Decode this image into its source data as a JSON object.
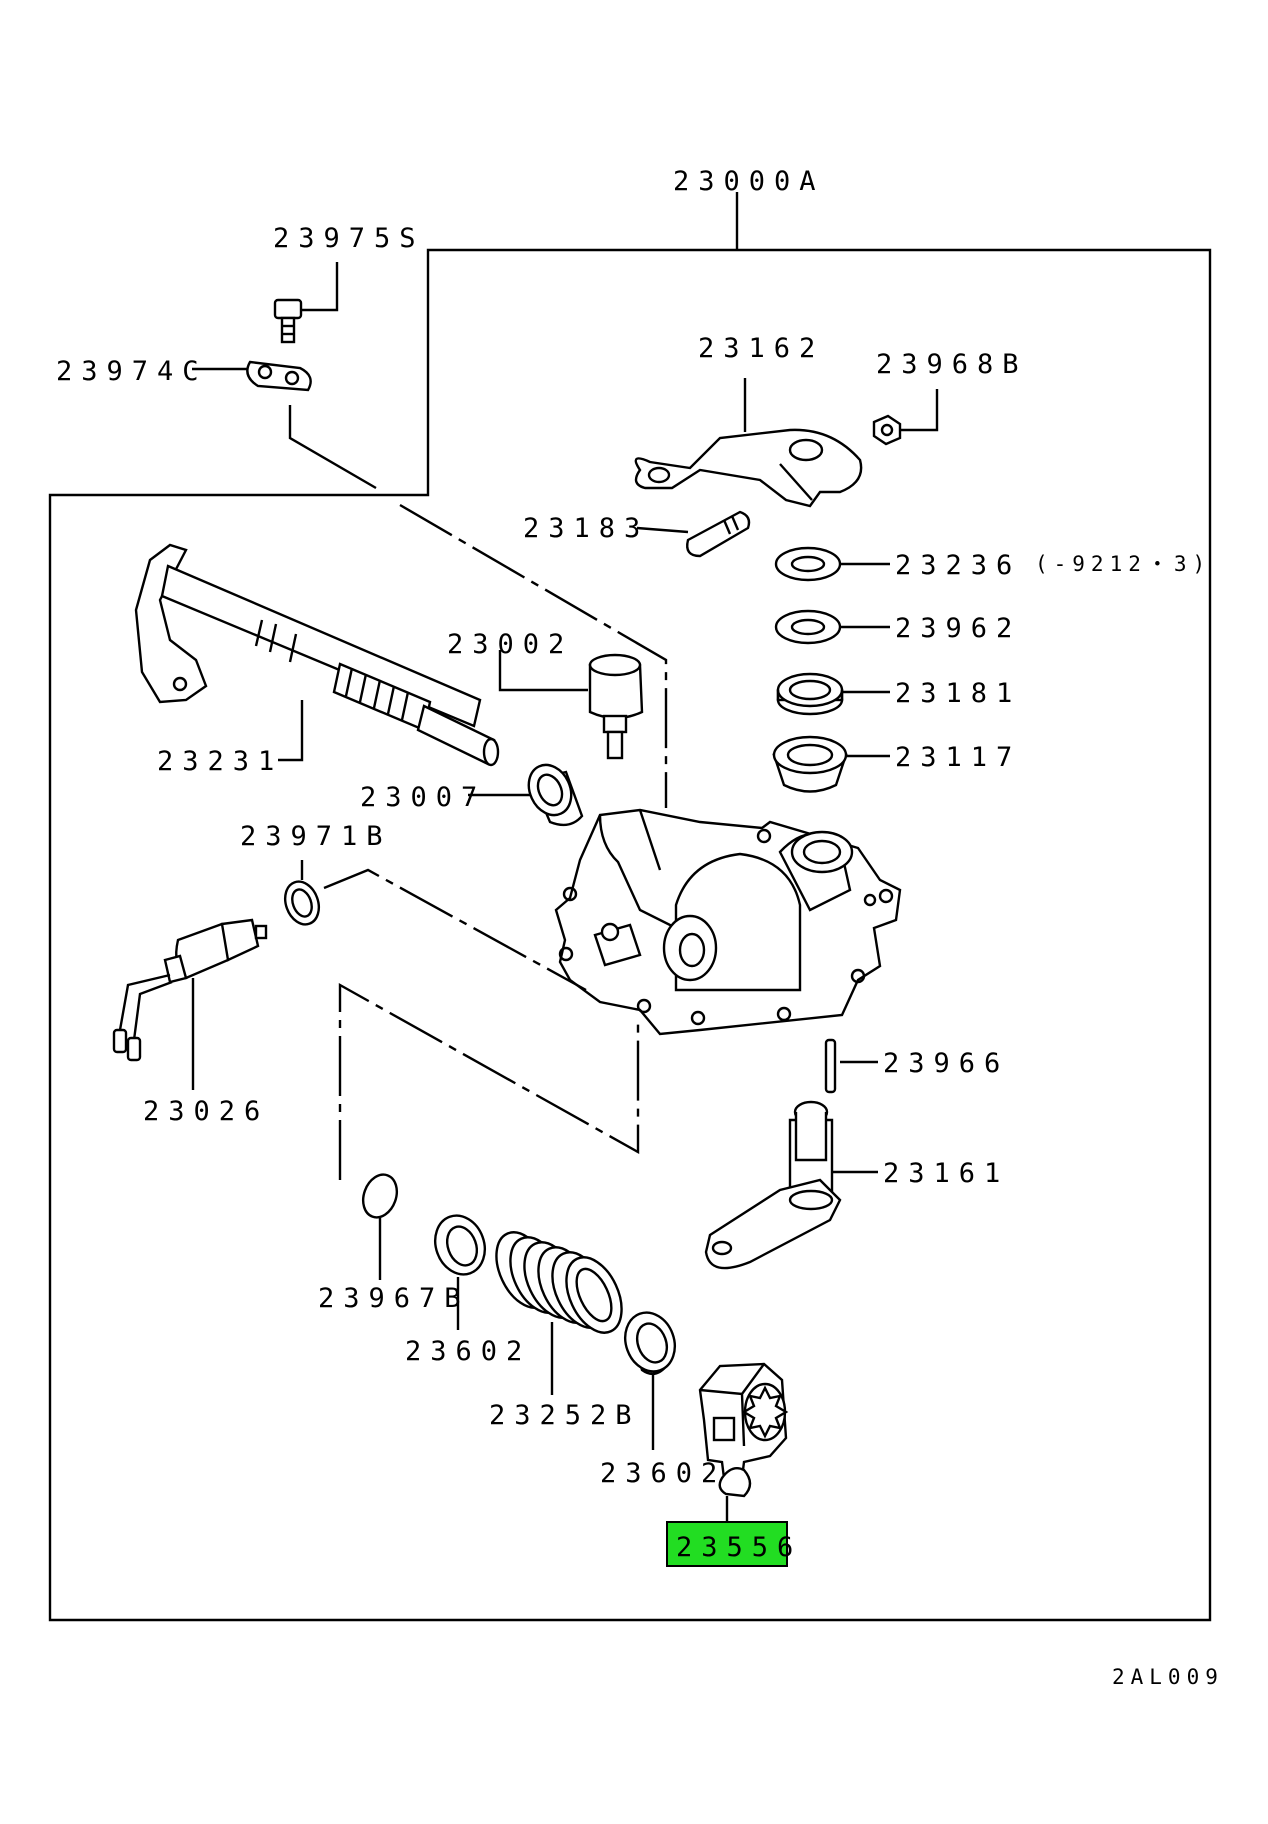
{
  "diagram": {
    "assembly_label": "23000A",
    "footer_code": "2AL009",
    "highlight_color": "#22dd22",
    "parts": [
      {
        "id": "p23975s",
        "label": "23975S"
      },
      {
        "id": "p23974c",
        "label": "23974C"
      },
      {
        "id": "p23162",
        "label": "23162"
      },
      {
        "id": "p23968b",
        "label": "23968B"
      },
      {
        "id": "p23183",
        "label": "23183"
      },
      {
        "id": "p23236",
        "label": "23236"
      },
      {
        "id": "p23962",
        "label": "23962"
      },
      {
        "id": "p23181",
        "label": "23181"
      },
      {
        "id": "p23117",
        "label": "23117"
      },
      {
        "id": "p23002",
        "label": "23002"
      },
      {
        "id": "p23231",
        "label": "23231"
      },
      {
        "id": "p23007",
        "label": "23007"
      },
      {
        "id": "p23971b",
        "label": "23971B"
      },
      {
        "id": "p23026",
        "label": "23026"
      },
      {
        "id": "p23966",
        "label": "23966"
      },
      {
        "id": "p23161",
        "label": "23161"
      },
      {
        "id": "p23967b",
        "label": "23967B"
      },
      {
        "id": "p23602a",
        "label": "23602"
      },
      {
        "id": "p23252b",
        "label": "23252B"
      },
      {
        "id": "p23602b",
        "label": "23602"
      },
      {
        "id": "p23556",
        "label": "23556",
        "highlighted": true
      }
    ],
    "notes": {
      "p23236": "(-9212・3)"
    }
  }
}
